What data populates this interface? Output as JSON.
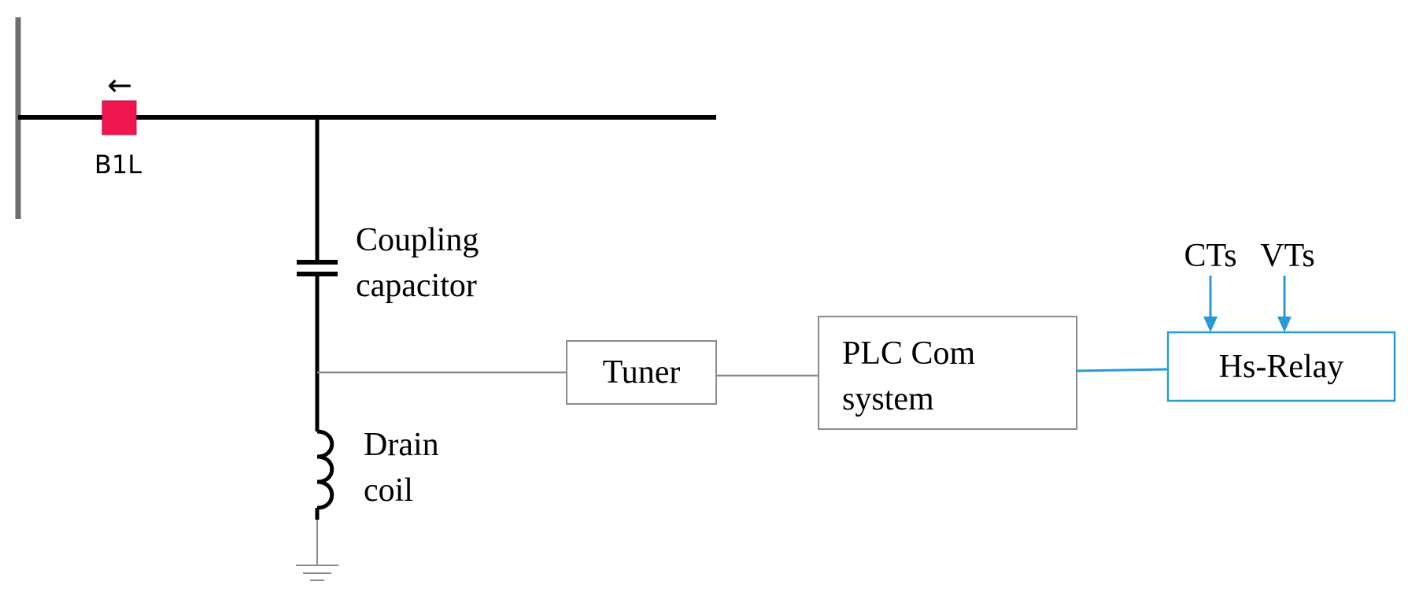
{
  "breaker": {
    "label": "B1L",
    "direction_arrow": "←",
    "color": "#f0164f"
  },
  "components": {
    "coupling_capacitor": {
      "line1": "Coupling",
      "line2": "capacitor"
    },
    "drain_coil": {
      "line1": "Drain",
      "line2": "coil"
    },
    "tuner": {
      "label": "Tuner"
    },
    "plc": {
      "line1": "PLC Com",
      "line2": "system"
    },
    "relay": {
      "label": "Hs-Relay"
    },
    "cts": {
      "label": "CTs"
    },
    "vts": {
      "label": "VTs"
    }
  },
  "colors": {
    "power_line": "#000000",
    "signal_line": "#8a8a8a",
    "relay_accent": "#2a9ad6",
    "busbar": "#6e6e6e"
  }
}
